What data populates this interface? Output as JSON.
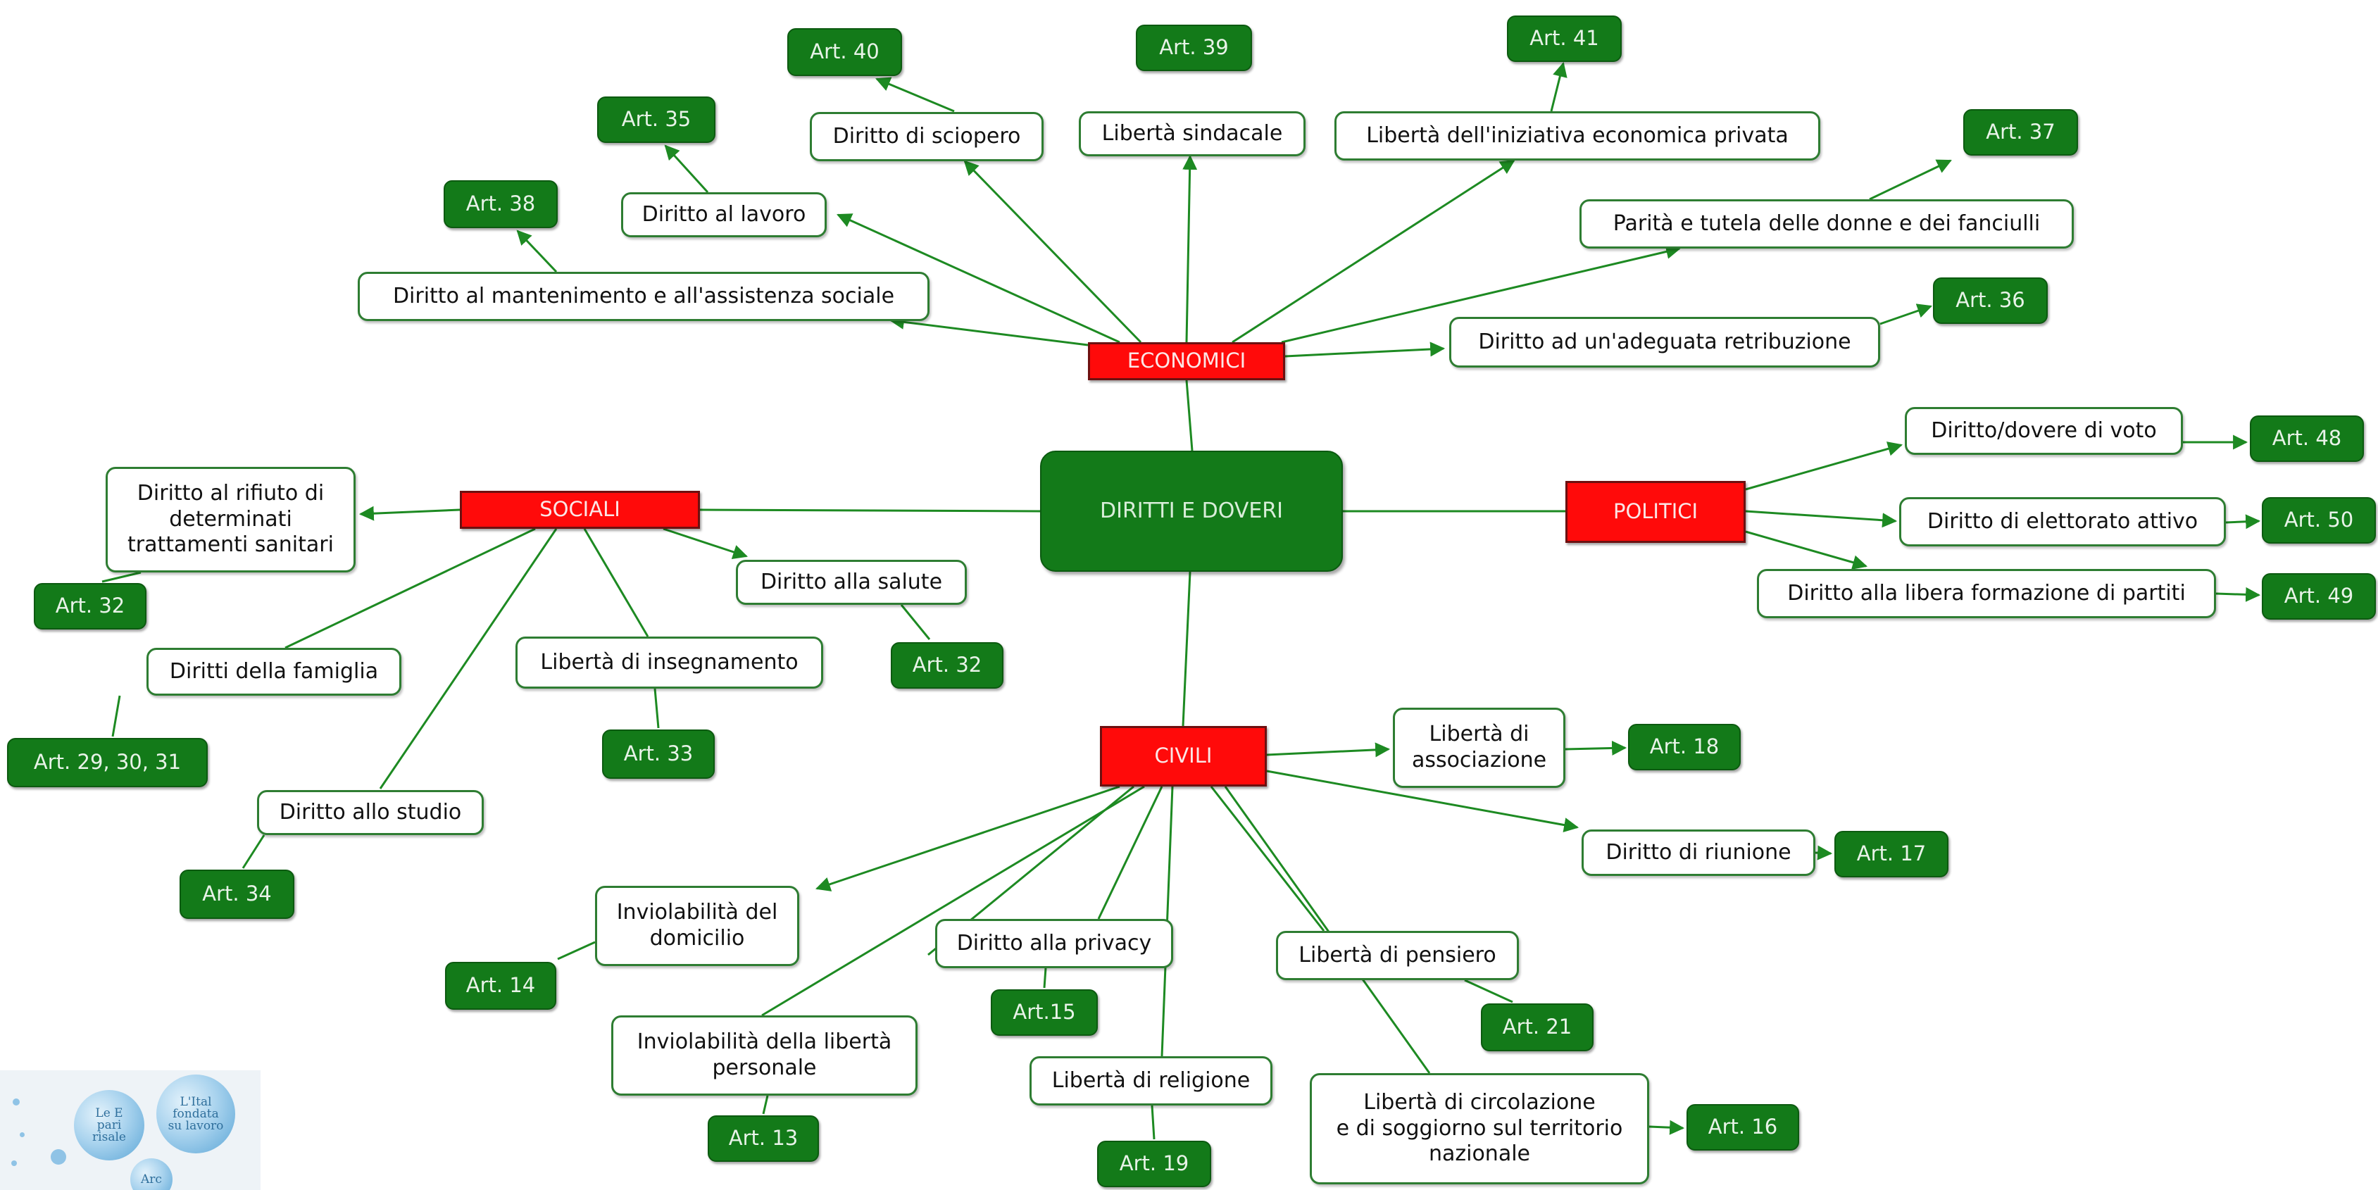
{
  "root": {
    "label": "DIRITTI E DOVERI"
  },
  "categories": {
    "economici": "ECONOMICI",
    "sociali": "SOCIALI",
    "politici": "POLITICI",
    "civili": "CIVILI"
  },
  "economici": {
    "lavoro": {
      "topic": "Diritto al lavoro",
      "art": "Art. 35"
    },
    "sciopero": {
      "topic": "Diritto di sciopero",
      "art": "Art. 40"
    },
    "sindacale": {
      "topic": "Libertà sindacale",
      "art": "Art. 39"
    },
    "iniziativa": {
      "topic": "Libertà dell'iniziativa economica privata",
      "art": "Art. 41"
    },
    "parita": {
      "topic": "Parità e tutela delle donne e dei fanciulli",
      "art": "Art. 37"
    },
    "mantenimento": {
      "topic": "Diritto al mantenimento e all'assistenza sociale",
      "art": "Art. 38"
    },
    "retribuzione": {
      "topic": "Diritto ad un'adeguata retribuzione",
      "art": "Art. 36"
    }
  },
  "sociali": {
    "rifiuto": {
      "topic": "Diritto al rifiuto di\ndeterminati\ntrattamenti sanitari",
      "art": "Art. 32"
    },
    "salute": {
      "topic": "Diritto alla salute",
      "art": "Art. 32"
    },
    "famiglia": {
      "topic": "Diritti della famiglia",
      "art": "Art. 29, 30, 31"
    },
    "insegnamento": {
      "topic": "Libertà di insegnamento",
      "art": "Art. 33"
    },
    "studio": {
      "topic": "Diritto allo studio",
      "art": "Art. 34"
    }
  },
  "politici": {
    "voto": {
      "topic": "Diritto/dovere di voto",
      "art": "Art. 48"
    },
    "elettorato": {
      "topic": "Diritto di elettorato attivo",
      "art": "Art. 50"
    },
    "partiti": {
      "topic": "Diritto alla libera formazione di partiti",
      "art": "Art. 49"
    }
  },
  "civili": {
    "associazione": {
      "topic": "Libertà di\nassociazione",
      "art": "Art. 18"
    },
    "riunione": {
      "topic": "Diritto di riunione",
      "art": "Art. 17"
    },
    "domicilio": {
      "topic": "Inviolabilità del\ndomicilio",
      "art": "Art. 14"
    },
    "privacy": {
      "topic": "Diritto alla privacy",
      "art": "Art.15"
    },
    "pensiero": {
      "topic": "Libertà di pensiero",
      "art": "Art. 21"
    },
    "personale": {
      "topic": "Inviolabilità della libertà\npersonale",
      "art": "Art. 13"
    },
    "religione": {
      "topic": "Libertà di religione",
      "art": "Art. 19"
    },
    "circolazione": {
      "topic": "Libertà di circolazione\ne di soggiorno sul territorio\nnazionale",
      "art": "Art. 16"
    }
  },
  "logo": {
    "bubble_a": "Le E\npari\nrisale",
    "bubble_b": "L'Ital\nfondata\nsu lavoro",
    "bubble_c": "Arc"
  },
  "colors": {
    "link": "#1d8a22",
    "article_fill": "#137a19",
    "category_fill": "#ff0a0a",
    "topic_border": "#2e7d32"
  }
}
